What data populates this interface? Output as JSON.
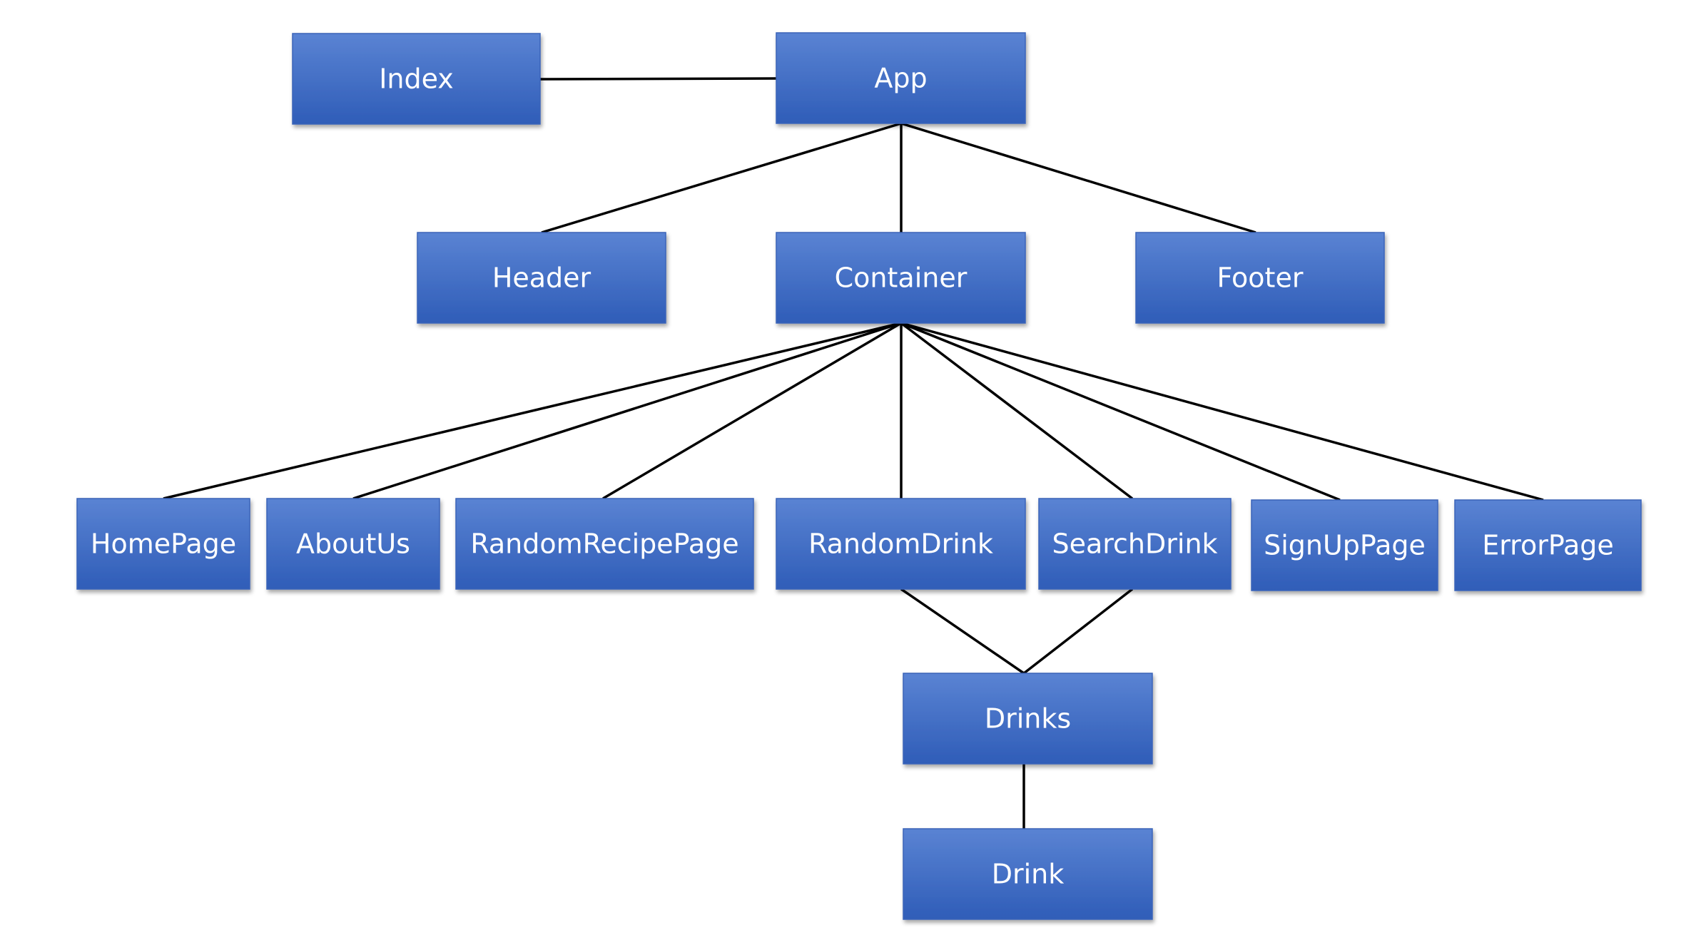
{
  "diagram": {
    "nodes": [
      {
        "id": "index",
        "label": "Index"
      },
      {
        "id": "app",
        "label": "App"
      },
      {
        "id": "header",
        "label": "Header"
      },
      {
        "id": "container",
        "label": "Container"
      },
      {
        "id": "footer",
        "label": "Footer"
      },
      {
        "id": "homepage",
        "label": "HomePage"
      },
      {
        "id": "aboutus",
        "label": "AboutUs"
      },
      {
        "id": "randomrecipepage",
        "label": "RandomRecipePage"
      },
      {
        "id": "randomdrink",
        "label": "RandomDrink"
      },
      {
        "id": "searchdrink",
        "label": "SearchDrink"
      },
      {
        "id": "signuppage",
        "label": "SignUpPage"
      },
      {
        "id": "errorpage",
        "label": "ErrorPage"
      },
      {
        "id": "drinks",
        "label": "Drinks"
      },
      {
        "id": "drink",
        "label": "Drink"
      }
    ],
    "edges": [
      {
        "from": "index",
        "to": "app"
      },
      {
        "from": "app",
        "to": "header"
      },
      {
        "from": "app",
        "to": "container"
      },
      {
        "from": "app",
        "to": "footer"
      },
      {
        "from": "container",
        "to": "homepage"
      },
      {
        "from": "container",
        "to": "aboutus"
      },
      {
        "from": "container",
        "to": "randomrecipepage"
      },
      {
        "from": "container",
        "to": "randomdrink"
      },
      {
        "from": "container",
        "to": "searchdrink"
      },
      {
        "from": "container",
        "to": "signuppage"
      },
      {
        "from": "container",
        "to": "errorpage"
      },
      {
        "from": "randomdrink",
        "to": "drinks"
      },
      {
        "from": "searchdrink",
        "to": "drinks"
      },
      {
        "from": "drinks",
        "to": "drink"
      }
    ],
    "colors": {
      "box_top": "#5a83d3",
      "box_bottom": "#2f5db8",
      "box_border": "#3a64b8",
      "text": "#ffffff",
      "connector": "#000000"
    }
  }
}
